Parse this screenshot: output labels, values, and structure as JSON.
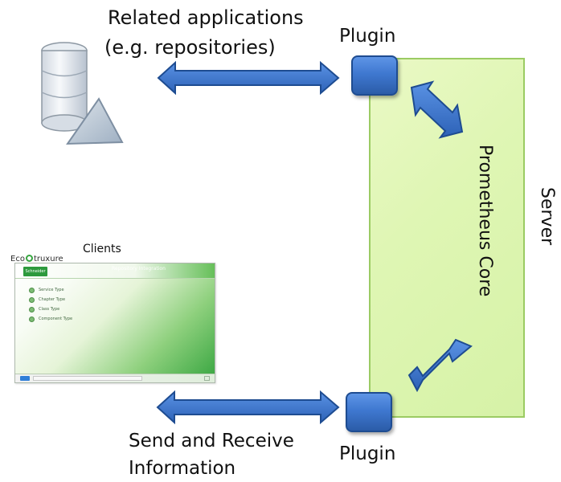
{
  "related_applications_text_line1": "Related applications",
  "related_applications_text_line2": "(e.g. repositories)",
  "plugin_top_label": "Plugin",
  "plugin_bottom_label": "Plugin",
  "server_label": "Server",
  "core_label": "Prometheus Core",
  "clients_label": "Clients",
  "client_logo_text": "Eco",
  "client_logo_text_suffix": "truxure",
  "client_brand_text": "Schneider",
  "client_window_title": "Repository Integration",
  "client_menu_items": [
    "Service Type",
    "Chapter Type",
    "Class Type",
    "Component Type"
  ],
  "send_receive_line1": "Send and Receive",
  "send_receive_line2": "Information",
  "colors": {
    "server_fill": "#dff6b4",
    "server_border": "#9bcb63",
    "plugin_fill": "#3f78d0",
    "arrow_fill": "#3f78d0",
    "arrow_stroke": "#1e4c91",
    "client_green": "#36a53f"
  },
  "icons": {
    "database": "database-icon",
    "repository": "repository-icon",
    "plugin": "plugin-icon",
    "arrow": "double-arrow-icon"
  }
}
